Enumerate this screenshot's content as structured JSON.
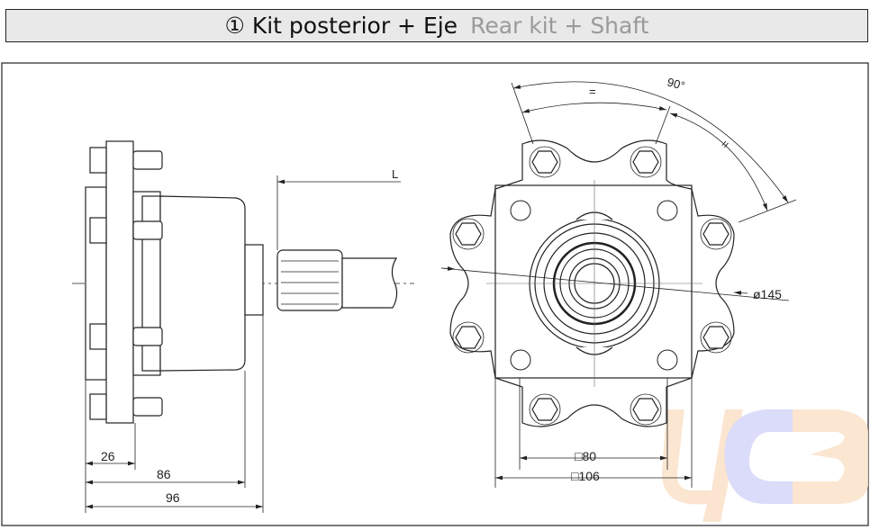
{
  "header": {
    "title": "① Kit posterior + Eje",
    "subtitle": "Rear kit + Shaft"
  },
  "side_view": {
    "dims": {
      "flange": "26",
      "body": "86",
      "total": "96",
      "shaft_length": "L"
    }
  },
  "front_view": {
    "dims": {
      "angle": "90°",
      "equal_1": "=",
      "equal_2": "=",
      "diameter": "ø145",
      "inner_square": "□80",
      "outer_square": "□106"
    }
  },
  "watermark": {
    "text": "uCB",
    "colors": [
      "#fbe3cc",
      "#d8d8fa"
    ]
  }
}
